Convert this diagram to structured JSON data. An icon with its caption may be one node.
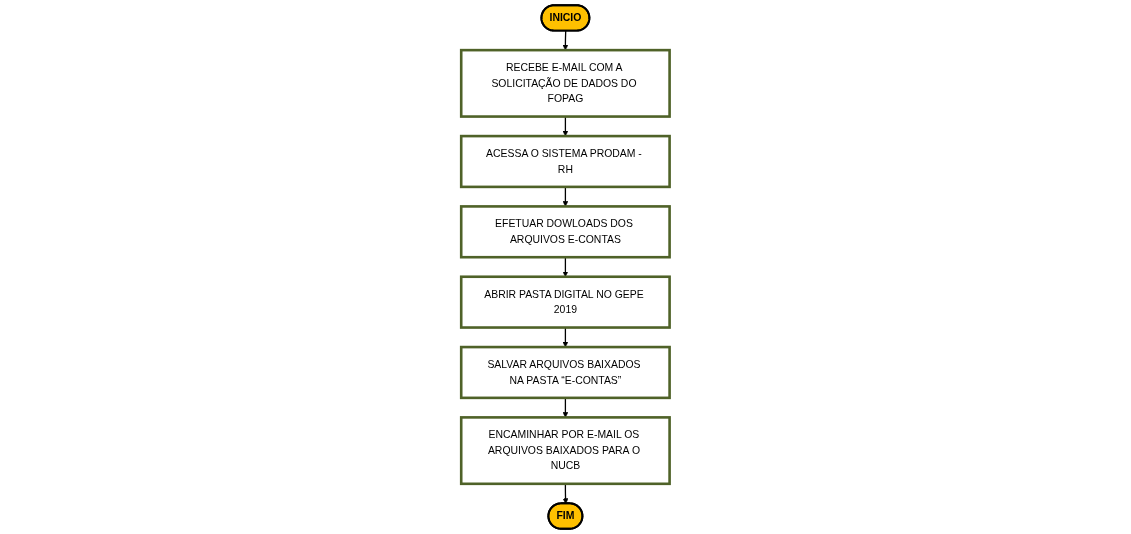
{
  "diagram": {
    "nodes": [
      {
        "text": [
          "INICIO"
        ]
      },
      {
        "text": [
          "RECEBE E-MAIL COM A SOLICITAÇÃO DE DADOS DO FOPAG"
        ]
      },
      {
        "text": [
          "ACESSA O SISTEMA PRODAM - RH"
        ]
      },
      {
        "text": [
          "EFETUAR DOWLOADS DOS ARQUIVOS E-CONTAS"
        ]
      },
      {
        "text": [
          "ABRIR PASTA DIGITAL NO GEPE 2019"
        ]
      },
      {
        "text": [
          "SALVAR ARQUIVOS BAIXADOS NA PASTA “E-CONTAS”"
        ]
      },
      {
        "text": [
          "ENCAMINHAR POR E-MAIL OS ARQUIVOS BAIXADOS PARA O NUCB"
        ]
      },
      {
        "text": [
          "FIM"
        ]
      }
    ],
    "edges": [
      {
        "from": 0,
        "to": 1,
        "arrow": "to"
      },
      {
        "from": 1,
        "to": 2,
        "arrow": "to"
      },
      {
        "from": 2,
        "to": 3,
        "arrow": "to"
      },
      {
        "from": 3,
        "to": 4,
        "arrow": "to"
      },
      {
        "from": 4,
        "to": 5,
        "arrow": "to"
      },
      {
        "from": 5,
        "to": 6,
        "arrow": "to"
      },
      {
        "from": 6,
        "to": 7,
        "arrow": "to"
      }
    ]
  }
}
